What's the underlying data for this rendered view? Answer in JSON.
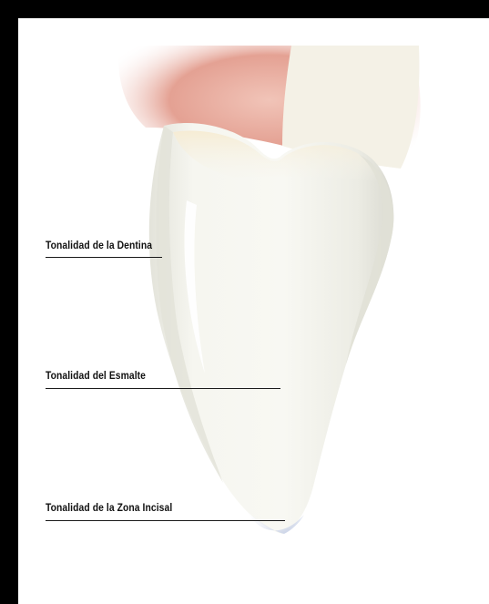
{
  "diagram": {
    "labels": {
      "dentin": "Tonalidad de la Dentina",
      "enamel": "Tonalidad del Esmalte",
      "incisal": "Tonalidad de la Zona Incisal"
    }
  },
  "colors": {
    "frame": "#000000",
    "background": "#ffffff",
    "gum": "#e6a89a",
    "tooth": "#f4f4ee",
    "tooth_shadow": "#dcdcd4",
    "incisal_edge": "#c9d2e6",
    "leader_line": "#1a1a1a"
  }
}
